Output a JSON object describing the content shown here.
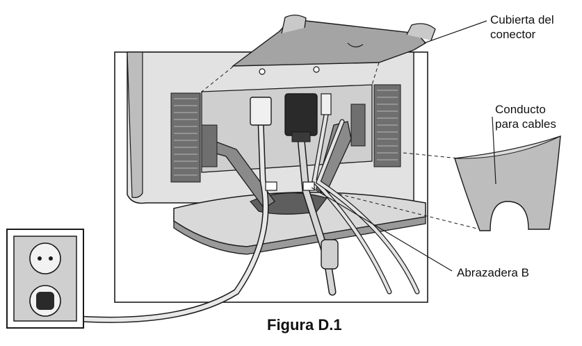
{
  "labels": {
    "connector_cover": [
      "Cubierta del",
      "conector"
    ],
    "cable_duct": [
      "Conducto",
      "para cables"
    ],
    "clamp_b": [
      "Abrazadera B"
    ]
  },
  "caption": "Figura D.1",
  "colors": {
    "line": "#1a1a1a",
    "panel_dark": "#8a8a8a",
    "panel_mid": "#a9a9a9",
    "panel_light": "#d6d6d6",
    "paper": "#ffffff"
  }
}
